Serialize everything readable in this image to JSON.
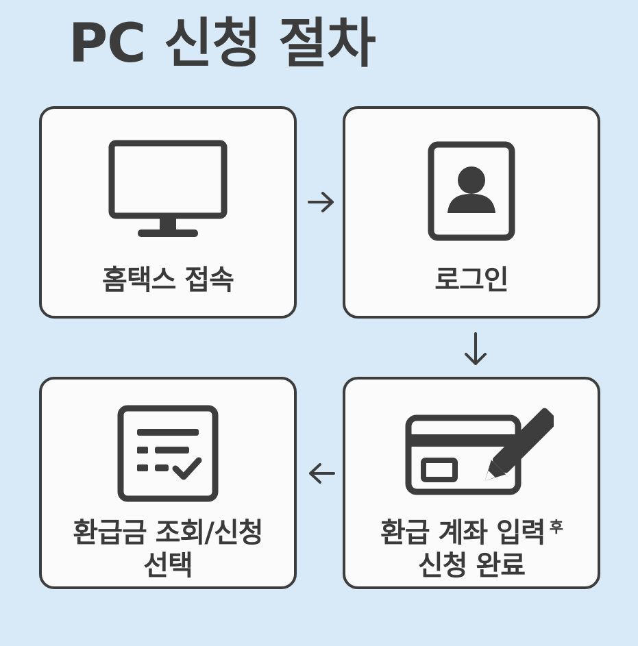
{
  "title": "PC 신청 절차",
  "steps": [
    {
      "icon": "monitor-icon",
      "label": "홈택스 접속"
    },
    {
      "icon": "user-profile-icon",
      "label": "로그인"
    },
    {
      "icon": "card-pen-icon",
      "label_line1": "환급 계좌 입력",
      "label_suffix": "후",
      "label_line2": "신청 완료"
    },
    {
      "icon": "checklist-icon",
      "label_line1": "환급금 조회/신청",
      "label_line2": "선택"
    }
  ],
  "colors": {
    "background": "#d8eaf7",
    "card": "#fbfbfb",
    "stroke": "#3d3d3d"
  }
}
